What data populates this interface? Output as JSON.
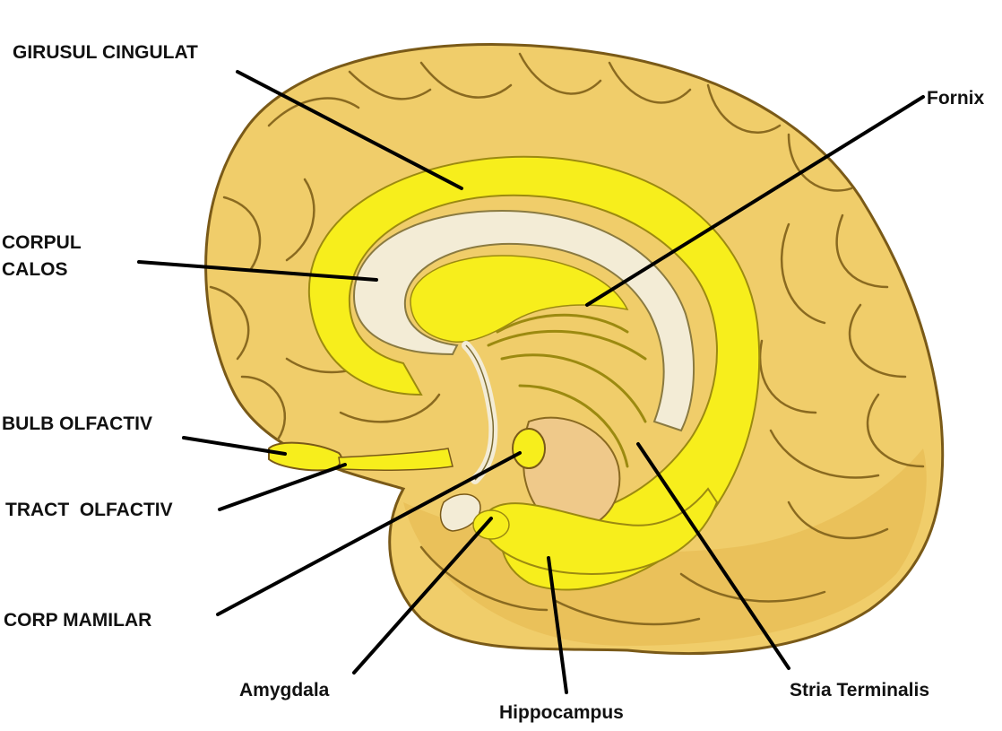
{
  "labels": {
    "girusul_cingulat": "GIRUSUL CINGULAT",
    "corpul_calos_line1": "CORPUL",
    "corpul_calos_line2": "CALOS",
    "bulb_olfactiv": "BULB OLFACTIV",
    "tract_olfactiv": "TRACT  OLFACTIV",
    "corp_mamilar": "CORP MAMILAR",
    "amygdala": "Amygdala",
    "hippocampus": "Hippocampus",
    "stria_terminalis": "Stria Terminalis",
    "fornix": "Fornix"
  },
  "colors": {
    "cortex_fill": "#f0cd6a",
    "cortex_shadow": "#d9aa3c",
    "gyrus_outline": "#8a6a20",
    "limbic_yellow": "#f7ee1c",
    "corpus_callosum": "#f3ecd6",
    "leader_line": "#000000",
    "label_text": "#111111"
  }
}
